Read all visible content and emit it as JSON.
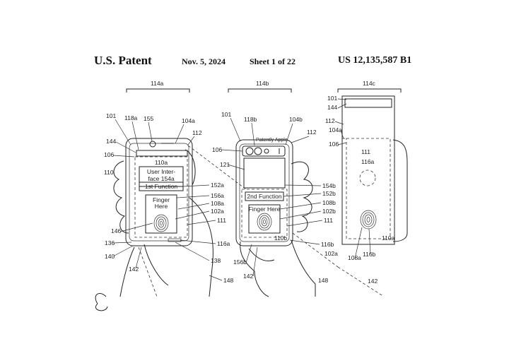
{
  "header": {
    "title": "U.S. Patent",
    "date": "Nov. 5, 2024",
    "sheet": "Sheet 1 of 22",
    "patent_number": "US 12,135,587 B1"
  },
  "figures": {
    "left": {
      "group_label": "114a",
      "screen_label": "110a",
      "ui_line1": "User Inter-",
      "ui_line2": "face 154a",
      "function_text": "1st Function",
      "finger_line1": "Finger",
      "finger_line2": "Here",
      "refs": [
        "101",
        "118a",
        "155",
        "104a",
        "112",
        "144",
        "106",
        "110",
        "152a",
        "156a",
        "108a",
        "102a",
        "146",
        "111",
        "136",
        "140",
        "116a",
        "138",
        "142",
        "148"
      ]
    },
    "middle": {
      "group_label": "114b",
      "screen_label": "110b",
      "function_text": "2nd Function",
      "finger_text": "Finger Here",
      "refs": [
        "101",
        "118b",
        "104b",
        "112",
        "106",
        "121",
        "154b",
        "152b",
        "108b",
        "102b",
        "111",
        "116b",
        "156b",
        "102a",
        "142",
        "148"
      ]
    },
    "right": {
      "group_label": "114c",
      "screen_label": "110a",
      "refs": [
        "101",
        "144",
        "112",
        "104a",
        "106",
        "111",
        "116a",
        "108a",
        "116b",
        "142"
      ]
    }
  },
  "watermark": "Patently Apple"
}
